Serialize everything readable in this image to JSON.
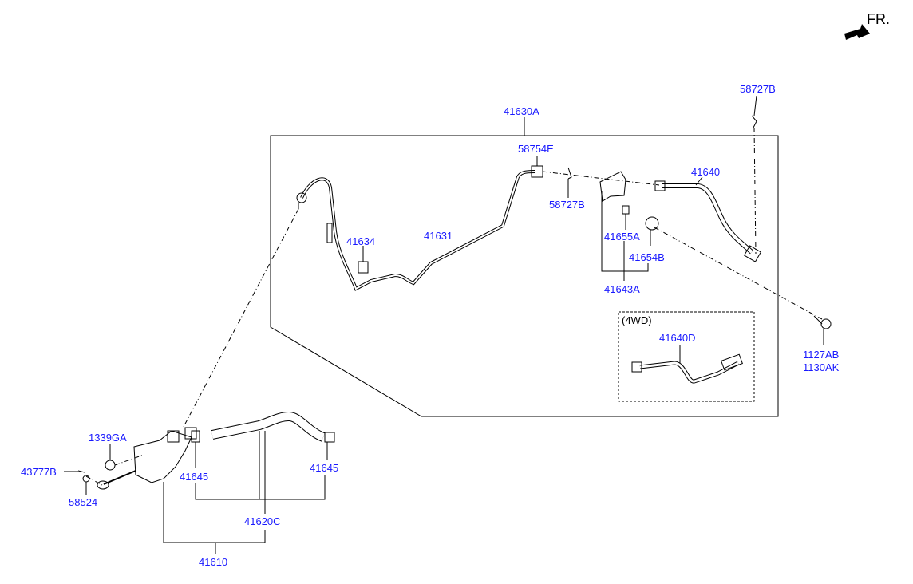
{
  "header": {
    "direction_label": "FR.",
    "direction_icon": "forward-arrow-icon"
  },
  "colors": {
    "part_label": "#1a1aff",
    "linework": "#000000",
    "leader": "#000000"
  },
  "group_label": "(4WD)",
  "parts": {
    "p41630A": "41630A",
    "p58727B_top": "58727B",
    "p58754E": "58754E",
    "p41640": "41640",
    "p58727B_mid": "58727B",
    "p41634": "41634",
    "p41631": "41631",
    "p41655A": "41655A",
    "p41654B": "41654B",
    "p41643A": "41643A",
    "p41640D": "41640D",
    "p1127AB": "1127AB",
    "p1130AK": "1130AK",
    "p1339GA": "1339GA",
    "p43777B": "43777B",
    "p58524": "58524",
    "p41645_left": "41645",
    "p41645_right": "41645",
    "p41620C": "41620C",
    "p41610": "41610"
  }
}
